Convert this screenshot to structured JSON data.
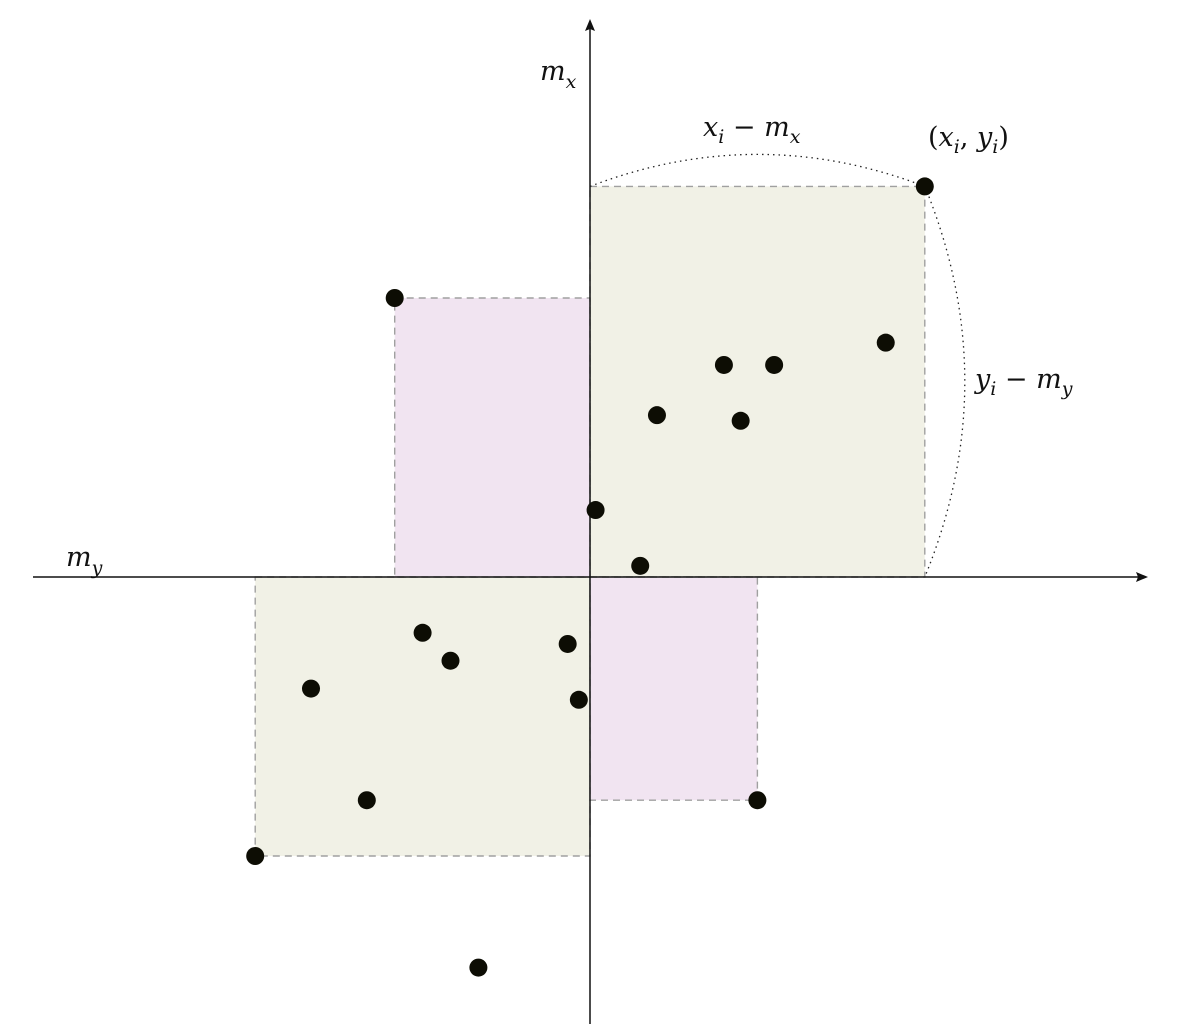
{
  "colors": {
    "positive_product_fill": "#f1f1e6",
    "negative_product_fill": "#f1e4f1",
    "box_outline": "#a0a0a0",
    "axis": "#111111",
    "point": "#0d0d04"
  },
  "labels": {
    "axis_x": {
      "base": "m",
      "sub": "y"
    },
    "axis_y": {
      "base": "m",
      "sub": "x"
    },
    "point": {
      "open": "(",
      "a": "x",
      "a_sub": "i",
      "sep": ", ",
      "b": "y",
      "b_sub": "i",
      "close": ")"
    },
    "horizontal_deviation": {
      "a": "x",
      "a_sub": "i",
      "op": " − ",
      "b": "m",
      "b_sub": "x"
    },
    "vertical_deviation": {
      "a": "y",
      "a_sub": "i",
      "op": " − ",
      "b": "m",
      "b_sub": "y"
    }
  },
  "diagram": {
    "points": [
      [
        6.0,
        7.0
      ],
      [
        -3.5,
        5.0
      ],
      [
        5.3,
        4.2
      ],
      [
        2.4,
        3.8
      ],
      [
        3.3,
        3.8
      ],
      [
        1.2,
        2.9
      ],
      [
        2.7,
        2.8
      ],
      [
        0.1,
        1.2
      ],
      [
        0.9,
        0.2
      ],
      [
        -3.0,
        -1.0
      ],
      [
        -2.5,
        -1.5
      ],
      [
        -0.4,
        -1.2
      ],
      [
        -5.0,
        -2.0
      ],
      [
        -0.2,
        -2.2
      ],
      [
        -4.0,
        -4.0
      ],
      [
        3.0,
        -4.0
      ],
      [
        -6.0,
        -5.0
      ],
      [
        -2.0,
        -7.0
      ]
    ],
    "deviation_rectangles": [
      {
        "corner": [
          6.0,
          7.0
        ],
        "sign": "positive"
      },
      {
        "corner": [
          -6.0,
          -5.0
        ],
        "sign": "positive"
      },
      {
        "corner": [
          -3.5,
          5.0
        ],
        "sign": "negative"
      },
      {
        "corner": [
          3.0,
          -4.0
        ],
        "sign": "negative"
      }
    ],
    "highlighted_point_index": 0
  }
}
